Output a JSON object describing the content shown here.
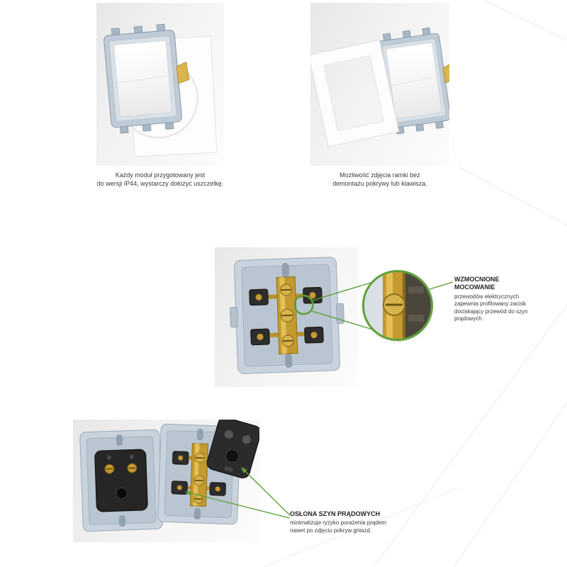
{
  "colors": {
    "accent_green": "#5ba136",
    "plate_gray": "#c9d3dd",
    "brass": "#c49a2f",
    "dark_cover": "#262626",
    "text": "#3c3c3c"
  },
  "features": {
    "ip44": {
      "caption_lines": [
        "Każdy moduł przygotowany jest",
        "do wersji IP44, wystarczy dołożyć uszczelkę."
      ]
    },
    "frame_removal": {
      "caption_lines": [
        "Możliwość zdjęcia ramki bez",
        "demontażu pokrywy lub klawisza."
      ]
    }
  },
  "callouts": {
    "reinforced_mounting": {
      "title_lines": [
        "WZMOCNIONE",
        "MOCOWANIE"
      ],
      "body": "przewodów elektrycznych zapewnia profilowany zacisk dociskający przewód do szyn prądowych."
    },
    "bus_bar_cover": {
      "title": "OSŁONA SZYN PRĄDOWYCH",
      "body_lines": [
        "minimalizuje ryzyko porażenia prądem",
        "nawet po zdjęciu pokryw gniazd."
      ]
    }
  }
}
